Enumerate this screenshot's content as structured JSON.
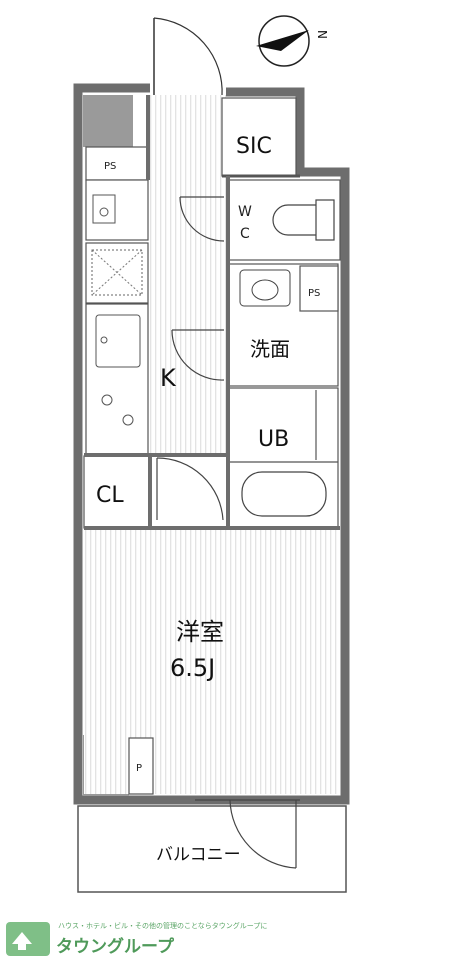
{
  "compass": {
    "north_label": "N"
  },
  "rooms": {
    "sic": "SIC",
    "ps_top": "PS",
    "wc_w": "W",
    "wc_c": "C",
    "ps_right": "PS",
    "washroom": "洗面",
    "kitchen": "K",
    "bath": "UB",
    "closet": "CL",
    "bedroom_name": "洋室",
    "bedroom_size": "6.5J",
    "p_small": "P",
    "balcony": "バルコニー"
  },
  "logo": {
    "brand": "タウングループ",
    "tagline": "ハウス・ホテル・ビル・その他の管理のことならタウングループに"
  },
  "colors": {
    "wall": "#777777",
    "wall_dark": "#9a9a9a",
    "floor_stripe": "#e6e6e6",
    "logo_green": "#4f9a5a"
  }
}
